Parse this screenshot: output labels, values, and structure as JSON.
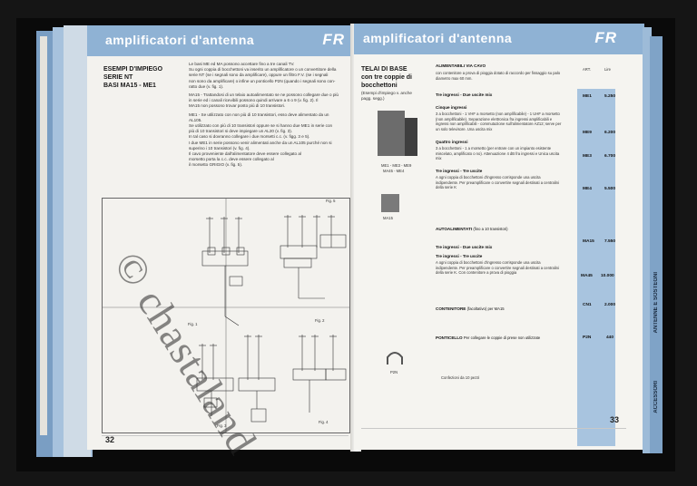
{
  "left_page": {
    "header_title": "amplificatori d'antenna",
    "logo": "FR",
    "headline_lines": [
      "ESEMPI D'IMPIEGO",
      "SERIE NT",
      "BASI MA15 - ME1"
    ],
    "paragraphs": [
      "Le basi ME ed MA possono accettare fino a tre canali TV.",
      "Su ogni coppia di bocchettoni va inserito un amplificatore o un convertitore della",
      "serie NT (se i segnali sono da amplificare), oppure un filtro F.V. (se i segnali",
      "non sono da amplificare) o infine un ponticello P2N (quando i segnali sono con-",
      "ratto due (v. fig. 1).",
      "MA15 - Trattandosi di un telaio autoalimentato se ne possono collegare due o più",
      "in serie ed i canali ricevibili possono quindi arrivare a 6 o 9 (v. fig. 2). Il",
      "MA15 non possono trovar posto più di 10 transistori.",
      "ME1 - Se utilizzato con non più di 10 transistori, esso deve alimentato da un",
      "AL105.",
      "Se utilizzato con più di 10 transistori oppure se si hanno due ME1 in serie con",
      "più di 10 transistori si deve impiegare un AL20 (v. fig. 3).",
      "In tal caso si dovranno collegare i due morsetti c.c. (v. figg. 3 e 5).",
      "I due ME1 in serie possono venir alimentati anche da un AL105 purché non si",
      "superino i 10 transistori (v. fig. 4).",
      "Il cavo proveniente dall'alimentatore deve essere collegato al",
      "morsetto porta la c.c. deve essere collegato al",
      "il morsetto GRIGIO (v. fig. 5)."
    ],
    "figure_labels": [
      "Fig. 1",
      "Fig. 2",
      "Fig. 3",
      "Fig. 4",
      "Fig. 5"
    ],
    "page_number": "32"
  },
  "right_page": {
    "header_title": "amplificatori d'antenna",
    "logo": "FR",
    "headline_lines": [
      "TELAI DI BASE",
      "con tre coppie di",
      "bocchettoni"
    ],
    "subtitle": "(Esempi d'impiego v. anche pagg. segg.)",
    "photo_labels": {
      "triple": "ME1 - ME3 - ME9",
      "triple2": "MA45 - ME4",
      "single": "MA15",
      "bridge": "P2N"
    },
    "column_headers": {
      "art": "ART.",
      "lire": "Lire"
    },
    "sections": {
      "powered": "ALIMENTABILI VIA CAVO",
      "powered_desc": "con contenitore a prova di pioggia dotato di raccordo per fissaggio su palo diametro max 60 mm.",
      "self_powered": "AUTOALIMENTATI",
      "self_powered_note": "(fino a 10 transistori)"
    },
    "entries": [
      {
        "title": "Tre ingressi - Due uscite mix",
        "desc": "",
        "code": "ME1",
        "price": "5.250"
      },
      {
        "title": "Cinque ingressi",
        "desc": "3 a bocchettoni - 1 VHF a morsetto (non amplificabile) - 1 UHF a morsetto (non amplificabile). Separazione elettronica fra ingressi amplificabili e ingressi non amplificabili - commutazione sull'alimentatore AZ12; serve per un solo televisore. Una uscita mix",
        "code": "ME9",
        "price": "6.200"
      },
      {
        "title": "Quattro ingressi",
        "desc": "3 a bocchettoni - 1 a morsetto (per entrare con un impianto esistente miscelato, amplificato o no). Attenuazione 4 dB fra ingressi e Unica uscita mix",
        "code": "ME3",
        "price": "6.700"
      },
      {
        "title": "Tre ingressi - Tre uscite",
        "desc": "A ogni coppia di bocchettoni d'ingresso corrisponde una uscita indipendente. Per preamplificare o convertire segnali destinati a centralini della serie K",
        "code": "ME4",
        "price": "5.500"
      },
      {
        "title": "Tre ingressi - Due uscite mix",
        "desc": "",
        "code": "MA15",
        "price": "7.550"
      },
      {
        "title": "Tre ingressi - Tre uscite",
        "desc": "A ogni coppia di bocchettoni d'ingresso corrisponde una uscita indipendente. Per preamplificare o convertire segnali destinati a centralini della serie K. Con contenitore a prova di pioggia",
        "code": "MA45",
        "price": "10.000"
      },
      {
        "title": "CONTENITORE",
        "desc": "(facoltativo) per MA15",
        "code": "CN1",
        "price": "2.000"
      },
      {
        "title": "PONTICELLO",
        "desc": "Per collegare le coppie di prese non utilizzate",
        "code": "P2N",
        "price": "440"
      }
    ],
    "footnote": "Confezioni da 10 pezzi",
    "page_number": "33"
  },
  "side_tabs": {
    "antenne": "ANTENNE E SOSTEGNI",
    "accessori": "ACCESSORI"
  },
  "watermark": "© chastaland",
  "colors": {
    "band": "#8fb2d4",
    "price_column": "#a8c4df",
    "paper": "#f3f2ee"
  }
}
